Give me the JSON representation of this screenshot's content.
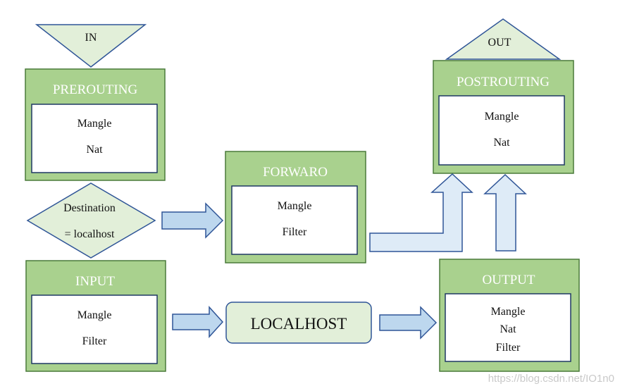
{
  "colors": {
    "chain_fill": "#a9d18e",
    "chain_stroke": "#4a7a3a",
    "light_fill": "#e2efd9",
    "arrow_fill": "#bdd7ee",
    "arrow_light_fill": "#deebf7",
    "arrow_stroke": "#2f5597",
    "inner_stroke": "#1f3864"
  },
  "in_label": "IN",
  "out_label": "OUT",
  "decision": {
    "line1": "Destination",
    "line2": "= localhost"
  },
  "chains": {
    "prerouting": {
      "title": "PREROUTING",
      "tables": [
        "Mangle",
        "Nat"
      ]
    },
    "forward": {
      "title": "FORWARO",
      "tables": [
        "Mangle",
        "Filter"
      ]
    },
    "postrouting": {
      "title": "POSTROUTING",
      "tables": [
        "Mangle",
        "Nat"
      ]
    },
    "input": {
      "title": "INPUT",
      "tables": [
        "Mangle",
        "Filter"
      ]
    },
    "output": {
      "title": "OUTPUT",
      "tables": [
        "Mangle",
        "Nat",
        "Filter"
      ]
    }
  },
  "localhost": "LOCALHOST",
  "watermark": "https://blog.csdn.net/IO1n0"
}
